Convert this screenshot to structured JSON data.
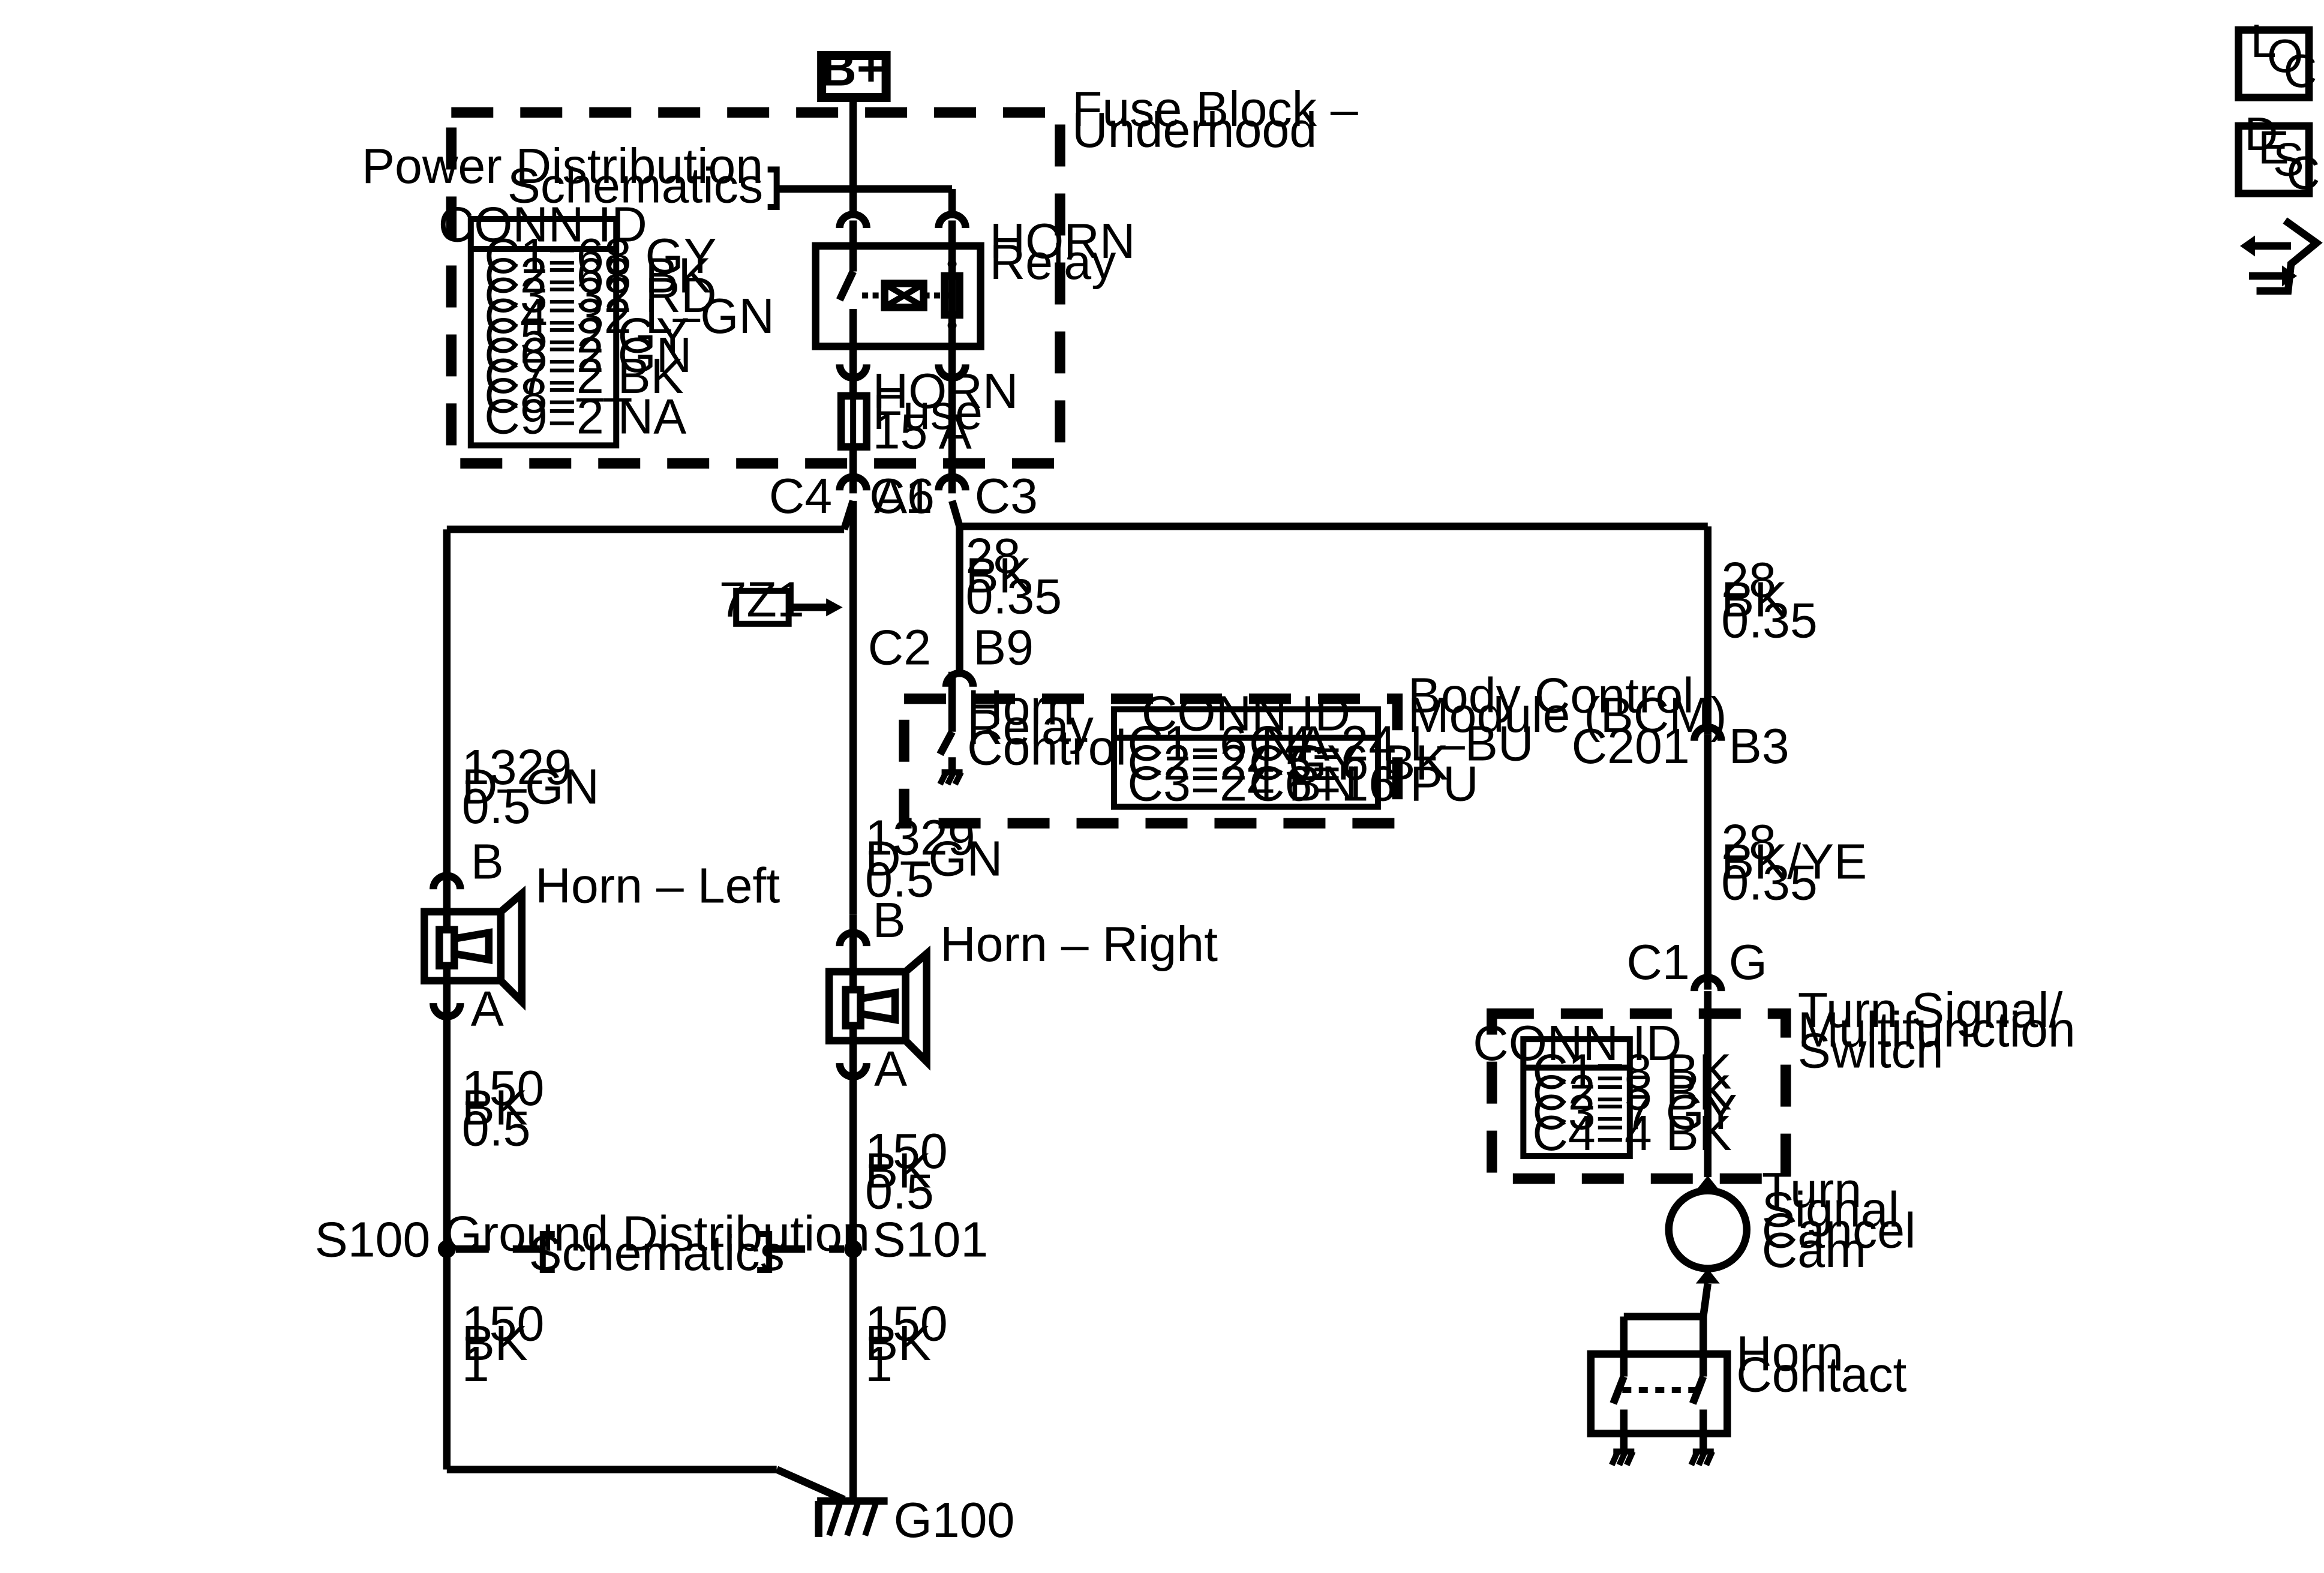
{
  "power": {
    "source": "B+"
  },
  "fuse_block": {
    "title_line1": "Fuse Block –",
    "title_line2": "Underhood"
  },
  "power_distribution": {
    "line1": "Power Distribution",
    "line2": "Schematics"
  },
  "fuse_block_conn": {
    "header": "CONN ID",
    "rows": [
      "C1=68 GY",
      "C2=68 BK",
      "C3=32 RD",
      "C4=32 L–GN",
      "C5=2 GY",
      "C6=2 GN",
      "C7=2 BK",
      "C8=––",
      "C9=2 NA"
    ]
  },
  "horn_relay": {
    "line1": "HORN",
    "line2": "Relay"
  },
  "horn_fuse": {
    "line1": "HORN",
    "line2": "Fuse",
    "line3": "15 A"
  },
  "fuse_block_pins": {
    "left_conn": "C4",
    "left_pin": "A6",
    "right_conn": "C1",
    "right_pin": "C3"
  },
  "ref_box": {
    "label": "7Z1"
  },
  "wire_28_bk_a": {
    "circuit": "28",
    "color": "BK",
    "size": "0.35"
  },
  "wire_28_bk_b": {
    "circuit": "28",
    "color": "BK",
    "size": "0.35"
  },
  "bcm_pins": {
    "conn": "C2",
    "pin": "B9"
  },
  "bcm": {
    "title_line1": "Body Control",
    "title_line2": "Module (BCM)",
    "switch_line1": "Horn",
    "switch_line2": "Relay",
    "switch_line3": "Control",
    "conn_header": "CONN ID",
    "conn_left": [
      "C1=6 NA",
      "C2=24 GY",
      "C3=24 BN"
    ],
    "conn_right": [
      "C4=24 L–BU",
      "C5=6 BK",
      "C6=16 PU"
    ]
  },
  "c201": {
    "conn": "C201",
    "pin": "B3"
  },
  "wire_28_bkye": {
    "circuit": "28",
    "color": "BK/YE",
    "size": "0.35"
  },
  "switch_pins": {
    "conn": "C1",
    "pin": "G"
  },
  "turn_signal_switch": {
    "title_line1": "Turn Signal/",
    "title_line2": "Multifunction",
    "title_line3": "Switch",
    "conn_header": "CONN ID",
    "conn_rows": [
      "C1=8 BK",
      "C2=5 BK",
      "C3=7 GY",
      "C4=4 BK"
    ]
  },
  "cancel_cam": {
    "line1": "Turn",
    "line2": "Signal",
    "line3": "Cancel",
    "line4": "Cam"
  },
  "horn_contact": {
    "line1": "Horn",
    "line2": "Contact"
  },
  "wire_1329_left": {
    "circuit": "1329",
    "color": "D–GN",
    "size": "0.5"
  },
  "wire_1329_right": {
    "circuit": "1329",
    "color": "D–GN",
    "size": "0.5"
  },
  "horn_left": {
    "label": "Horn – Left",
    "pin_top": "B",
    "pin_bottom": "A"
  },
  "horn_right": {
    "label": "Horn – Right",
    "pin_top": "B",
    "pin_bottom": "A"
  },
  "wire_150_left_a": {
    "circuit": "150",
    "color": "BK",
    "size": "0.5"
  },
  "wire_150_right_a": {
    "circuit": "150",
    "color": "BK",
    "size": "0.5"
  },
  "splices": {
    "left": "S100",
    "right": "S101"
  },
  "ground_distribution": {
    "line1": "Ground Distribution",
    "line2": "Schematics"
  },
  "wire_150_left_b": {
    "circuit": "150",
    "color": "BK",
    "size": "1"
  },
  "wire_150_right_b": {
    "circuit": "150",
    "color": "BK",
    "size": "1"
  },
  "ground": {
    "label": "G100"
  },
  "nav": {
    "loc_l": "L",
    "loc_o": "O",
    "loc_c": "C",
    "desc_d": "D",
    "desc_e": "E",
    "desc_s": "S",
    "desc_c": "C",
    "icon": "connector-end-view-icon"
  }
}
